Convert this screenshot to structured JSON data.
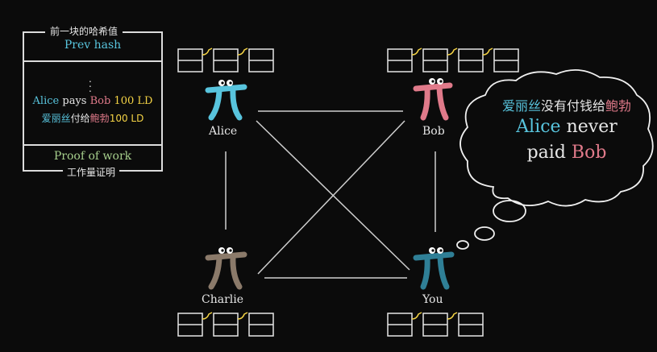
{
  "block": {
    "prev_hash_zh": "前一块的哈希值",
    "prev_hash": "Prev hash",
    "tx_alice": "Alice",
    "tx_pays": " pays ",
    "tx_bob": "Bob",
    "tx_amount": " 100 LD",
    "tx_zh_alice": "爱丽丝",
    "tx_zh_pay": "付给",
    "tx_zh_bob": "鲍勃",
    "tx_zh_amount": "100 LD",
    "proof_of_work": "Proof of work",
    "proof_of_work_zh": "工作量证明"
  },
  "nodes": {
    "alice": "Alice",
    "bob": "Bob",
    "charlie": "Charlie",
    "you": "You"
  },
  "thought": {
    "zh_alice": "爱丽丝",
    "zh_middle": "没有付钱给",
    "zh_bob": "鲍勃",
    "en_alice": "Alice",
    "en_never": " never",
    "en_paid": "paid ",
    "en_bob": "Bob"
  },
  "colors": {
    "alice": "#58c4dd",
    "bob": "#e07a8a",
    "charlie": "#8b7a6a",
    "you": "#2f7f96",
    "amount": "#f4d345",
    "proof": "#a6cf8c"
  }
}
